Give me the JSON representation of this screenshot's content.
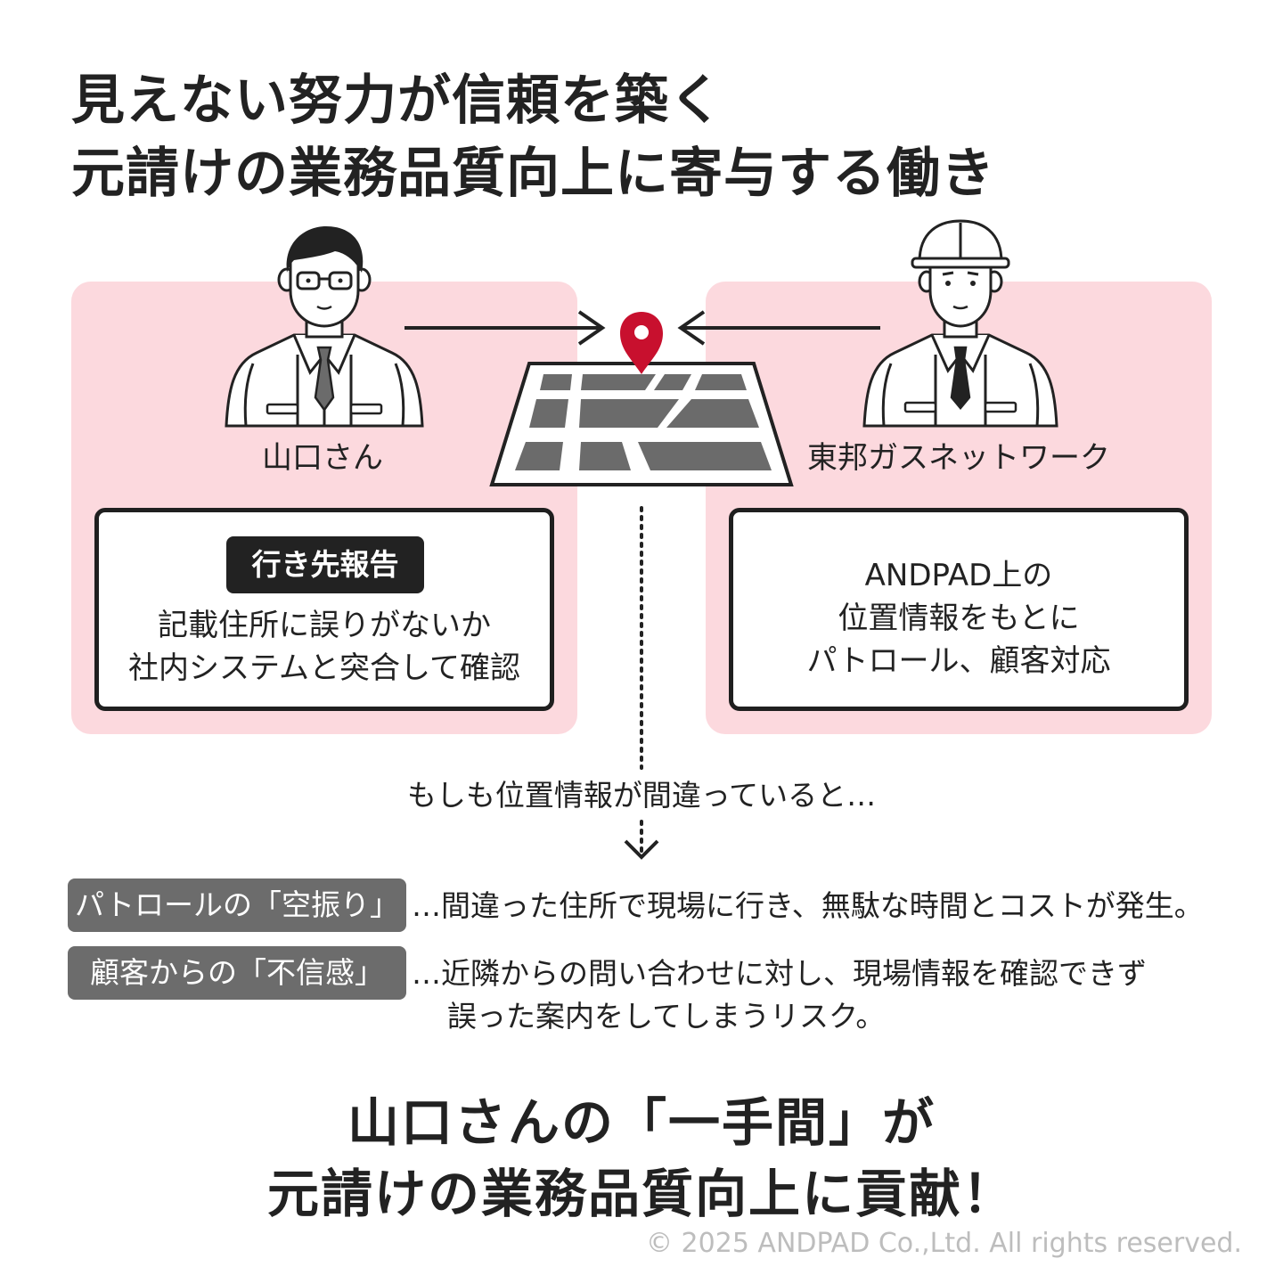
{
  "title": {
    "line1": "見えない努力が信頼を築く",
    "line2": "元請けの業務品質向上に寄与する働き"
  },
  "left_person": {
    "name": "山口さん",
    "tag": "行き先報告",
    "text_line1": "記載住所に誤りがないか",
    "text_line2": "社内システムと突合して確認"
  },
  "right_person": {
    "name": "東邦ガスネットワーク",
    "text_line1": "ANDPAD上の",
    "text_line2": "位置情報をもとに",
    "text_line3": "パトロール、顧客対応"
  },
  "middle_note": "もしも位置情報が間違っていると…",
  "risks": [
    {
      "tag": "パトロールの「空振り」",
      "text_line1": "…間違った住所で現場に行き、無駄な時間とコストが発生。",
      "text_line2": ""
    },
    {
      "tag": "顧客からの「不信感」",
      "text_line1": "…近隣からの問い合わせに対し、現場情報を確認できず",
      "text_line2": "誤った案内をしてしまうリスク。"
    }
  ],
  "conclusion": {
    "line1": "山口さんの「一手間」が",
    "line2": "元請けの業務品質向上に貢献！"
  },
  "copyright": "© 2025 ANDPAD Co.,Ltd. All rights reserved.",
  "colors": {
    "panel_pink": "#fcd9de",
    "pin_red": "#c8102e",
    "tag_gray": "#6c6c6c",
    "dark": "#222222"
  }
}
